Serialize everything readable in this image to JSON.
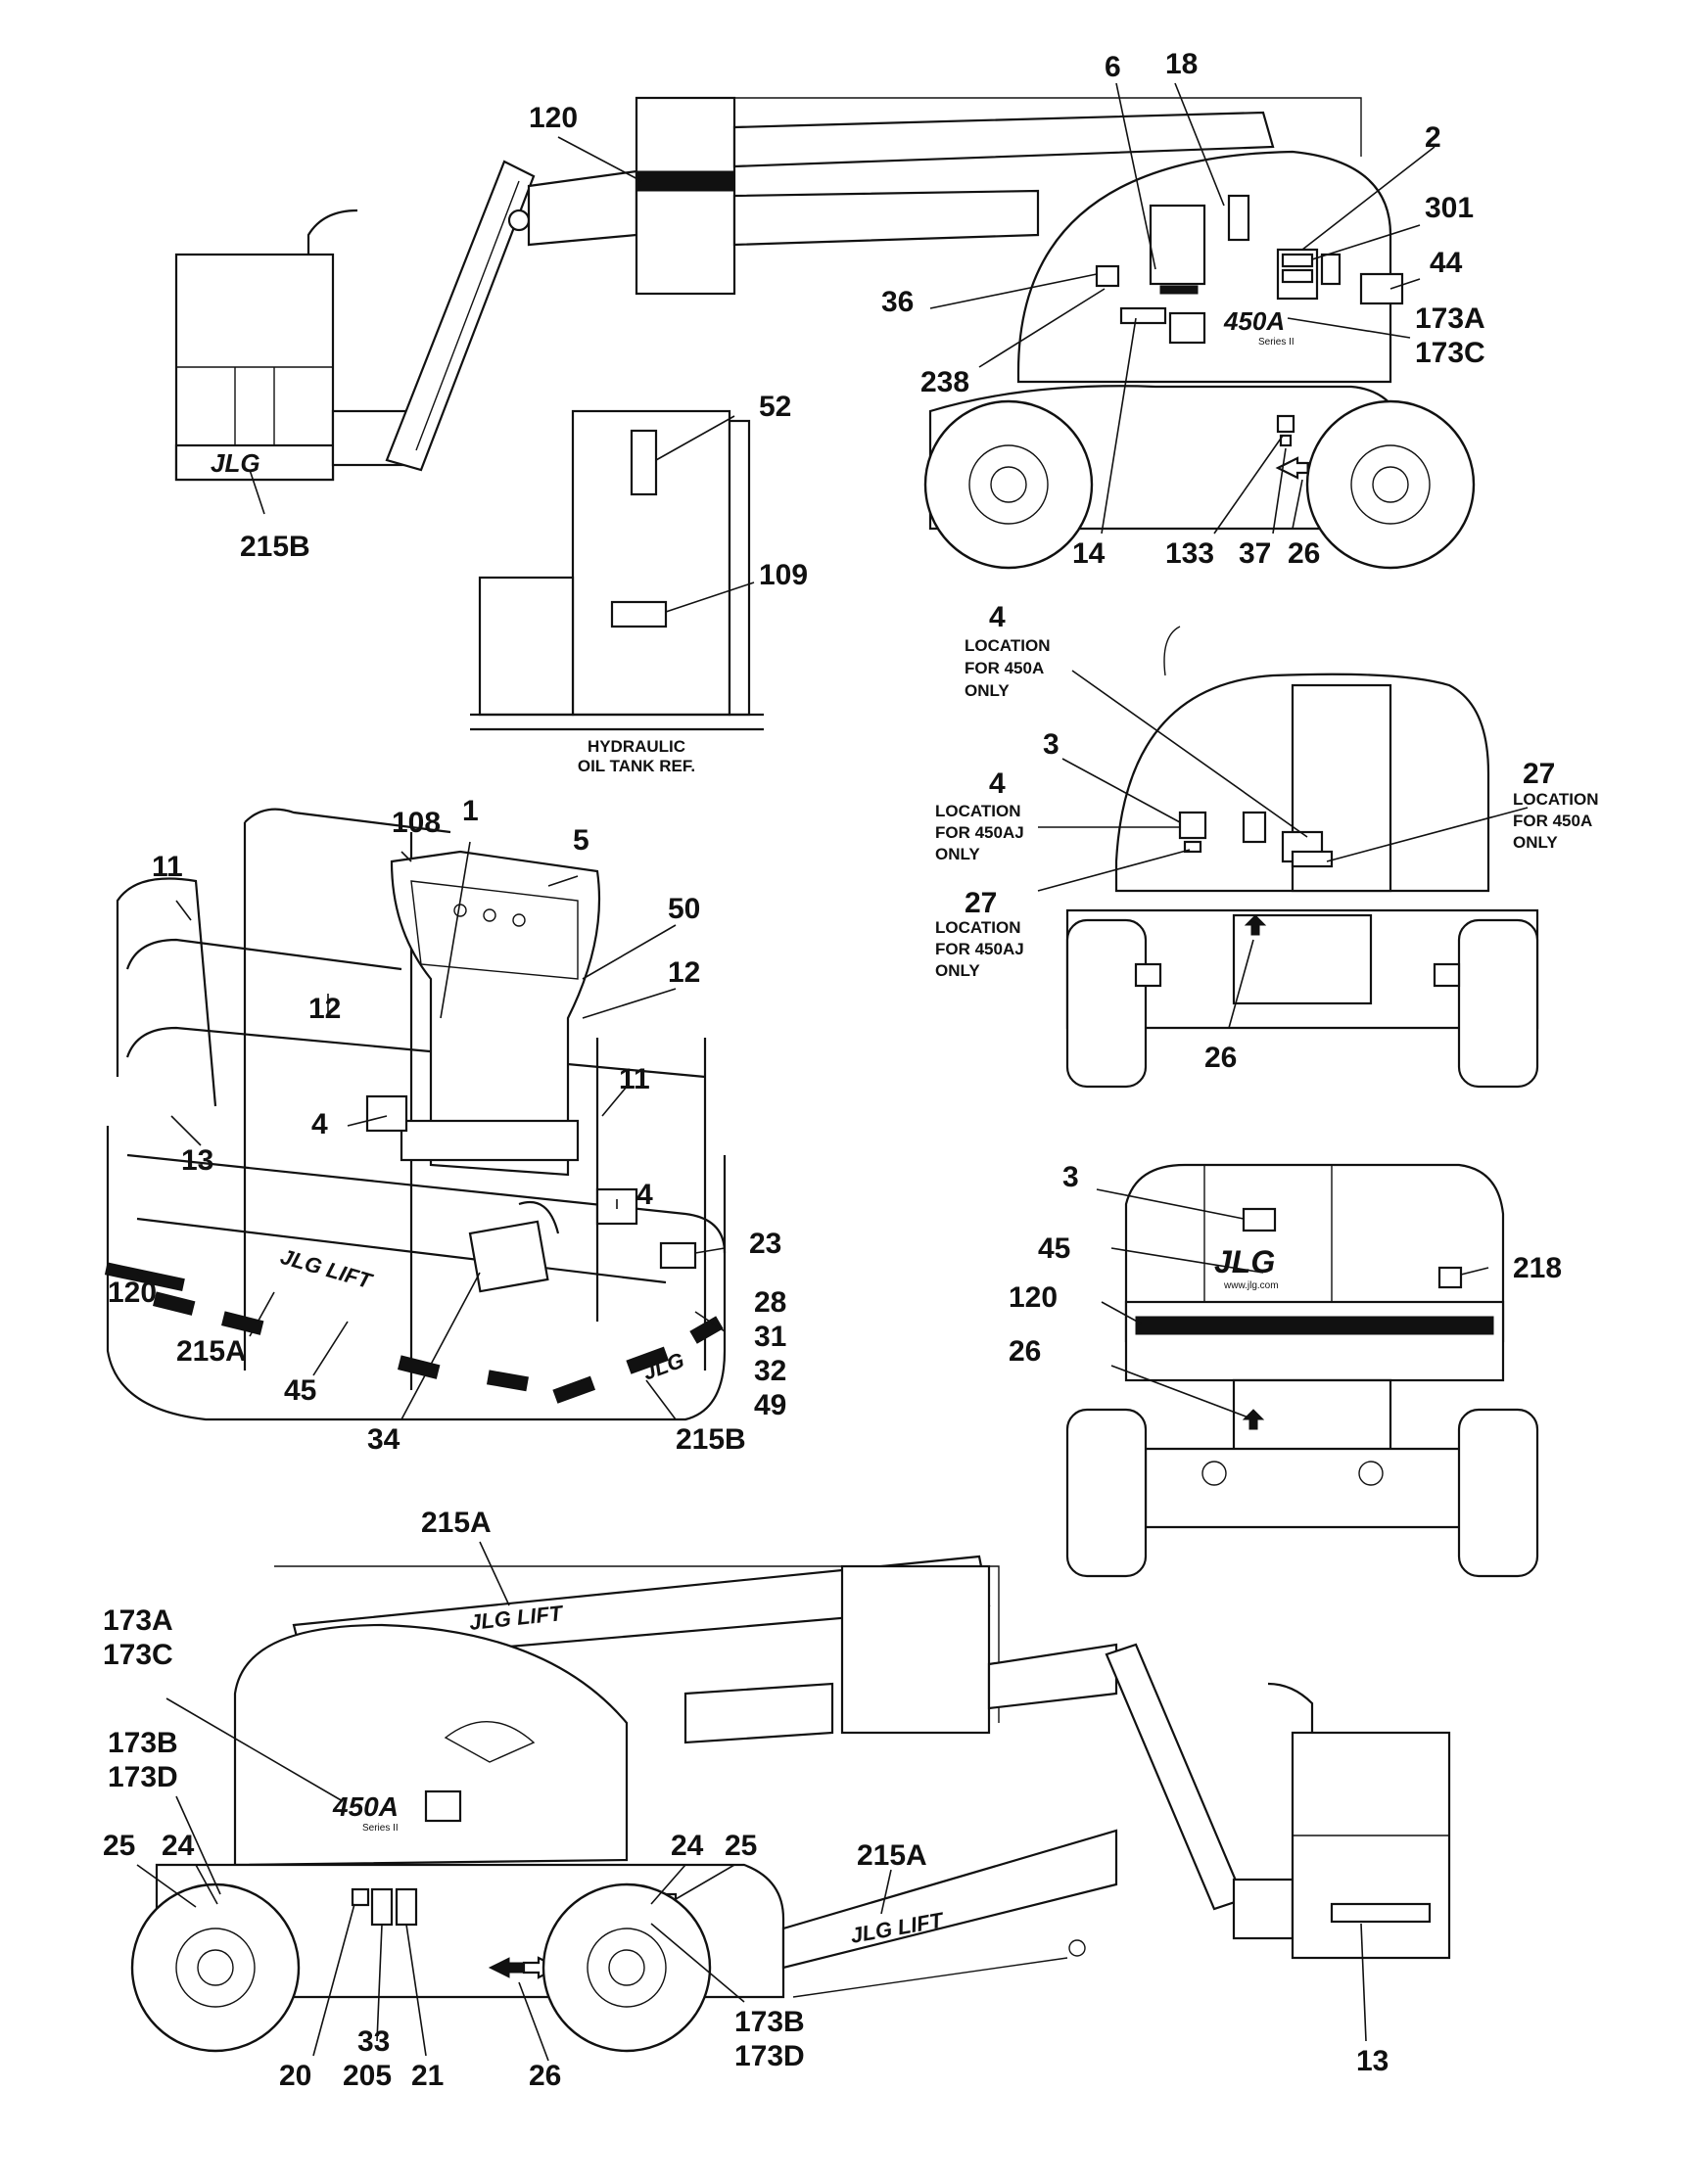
{
  "labels": {
    "l6": "6",
    "l18": "18",
    "l120a": "120",
    "l2": "2",
    "l301": "301",
    "l44": "44",
    "l173a1": "173A",
    "l173c1": "173C",
    "l36": "36",
    "l238": "238",
    "l14": "14",
    "l133": "133",
    "l37": "37",
    "l26a": "26",
    "l52": "52",
    "l109": "109",
    "l215b1": "215B",
    "l4a": "4",
    "l3a": "3",
    "l4b": "4",
    "l27a": "27",
    "l27b": "27",
    "l26b": "26",
    "l11a": "11",
    "l108": "108",
    "l1": "1",
    "l5": "5",
    "l50": "50",
    "l12a": "12",
    "l12b": "12",
    "l11b": "11",
    "l4c": "4",
    "l13a": "13",
    "l4d": "4",
    "l23": "23",
    "l120b": "120",
    "l215a1": "215A",
    "l45a": "45",
    "l28": "28",
    "l31": "31",
    "l32": "32",
    "l49": "49",
    "l34": "34",
    "l215b2": "215B",
    "l3b": "3",
    "l45b": "45",
    "l218": "218",
    "l120c": "120",
    "l26c": "26",
    "l215a2": "215A",
    "l173a2": "173A",
    "l173c2": "173C",
    "l173b1": "173B",
    "l173d1": "173D",
    "l25a": "25",
    "l24a": "24",
    "l24b": "24",
    "l25b": "25",
    "l215a3": "215A",
    "l173b2": "173B",
    "l173d2": "173D",
    "l20": "20",
    "l33": "33",
    "l205": "205",
    "l21": "21",
    "l26d": "26",
    "l13b": "13"
  },
  "notes": {
    "tank_ref_1": "HYDRAULIC",
    "tank_ref_2": "OIL TANK REF.",
    "loc450a_1": "LOCATION",
    "loc450a_2": "FOR 450A",
    "loc450a_3": "ONLY",
    "loc450aj_1": "LOCATION",
    "loc450aj_2": "FOR 450AJ",
    "loc450aj_3": "ONLY",
    "loc27a_1": "LOCATION",
    "loc27a_2": "FOR 450A",
    "loc27a_3": "ONLY",
    "loc27aj_1": "LOCATION",
    "loc27aj_2": "FOR 450AJ",
    "loc27aj_3": "ONLY"
  },
  "decals": {
    "jlg": "JLG",
    "jlg_lift": "JLG LIFT",
    "model": "450A",
    "series": "Series II",
    "website": "www.jlg.com"
  }
}
